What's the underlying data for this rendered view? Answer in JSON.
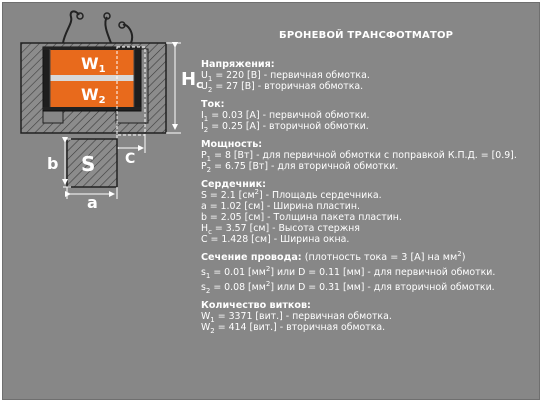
{
  "title": "БРОНЕВОЙ ТРАНСФОТМАТОР",
  "diagram": {
    "winding1": "W",
    "winding1_sub": "1",
    "winding2": "W",
    "winding2_sub": "2",
    "label_hc": "H",
    "label_hc_sub": "c",
    "label_c": "C",
    "label_s": "S",
    "label_b": "b",
    "label_a": "a"
  },
  "sections": {
    "voltage": {
      "head": "Напряжения:",
      "rows": [
        {
          "pre": "U",
          "sub": "1",
          "text": " = 220 [В] - первичная обмотка."
        },
        {
          "pre": "U",
          "sub": "2",
          "text": " = 27 [В] - вторичная обмотка."
        }
      ]
    },
    "current": {
      "head": "Ток:",
      "rows": [
        {
          "pre": "I",
          "sub": "1",
          "text": " = 0.03 [А] - первичной обмотки."
        },
        {
          "pre": "I",
          "sub": "2",
          "text": " = 0.25 [А] - вторичной обмотки."
        }
      ]
    },
    "power": {
      "head": "Мощность:",
      "rows": [
        {
          "pre": "P",
          "sub": "1",
          "text": " = 8 [Вт] - для первичной обмотки с поправкой К.П.Д. = [0.9]."
        },
        {
          "pre": "P",
          "sub": "2",
          "text": " = 6.75 [Вт] - для вторичной обмотки."
        }
      ]
    },
    "core": {
      "head": "Сердечник:",
      "rows": [
        {
          "a": "S = 2.1 [см",
          "sup": "2",
          "b": "] - Площадь сердечника."
        },
        {
          "a": "a = 1.02 [см] - Ширина пластин."
        },
        {
          "a": "b = 2.05 [см] - Толщина пакета пластин."
        },
        {
          "a": "H",
          "sub": "c",
          "b": " = 3.57 [см] - Высота стержня"
        },
        {
          "a": "C = 1.428 [см] - Ширина окна."
        }
      ]
    },
    "wire": {
      "head": "Сечение провода:",
      "note_a": " (плотность тока = 3 [А] на мм",
      "note_sup": "2",
      "note_b": ")",
      "rows": [
        {
          "pre": "s",
          "sub": "1",
          "a": " = 0.01 [мм",
          "sup": "2",
          "b": "] или D = 0.11 [мм] - для первичной обмотки."
        },
        {
          "pre": "s",
          "sub": "2",
          "a": " = 0.08 [мм",
          "sup": "2",
          "b": "] или D = 0.31 [мм] - для вторичной обмотки."
        }
      ]
    },
    "turns": {
      "head": "Количество витков:",
      "rows": [
        {
          "pre": "W",
          "sub": "1",
          "text": " = 3371 [вит.] - первичная обмотка."
        },
        {
          "pre": "W",
          "sub": "2",
          "text": " = 414 [вит.] - вторичная обмотка."
        }
      ]
    }
  }
}
